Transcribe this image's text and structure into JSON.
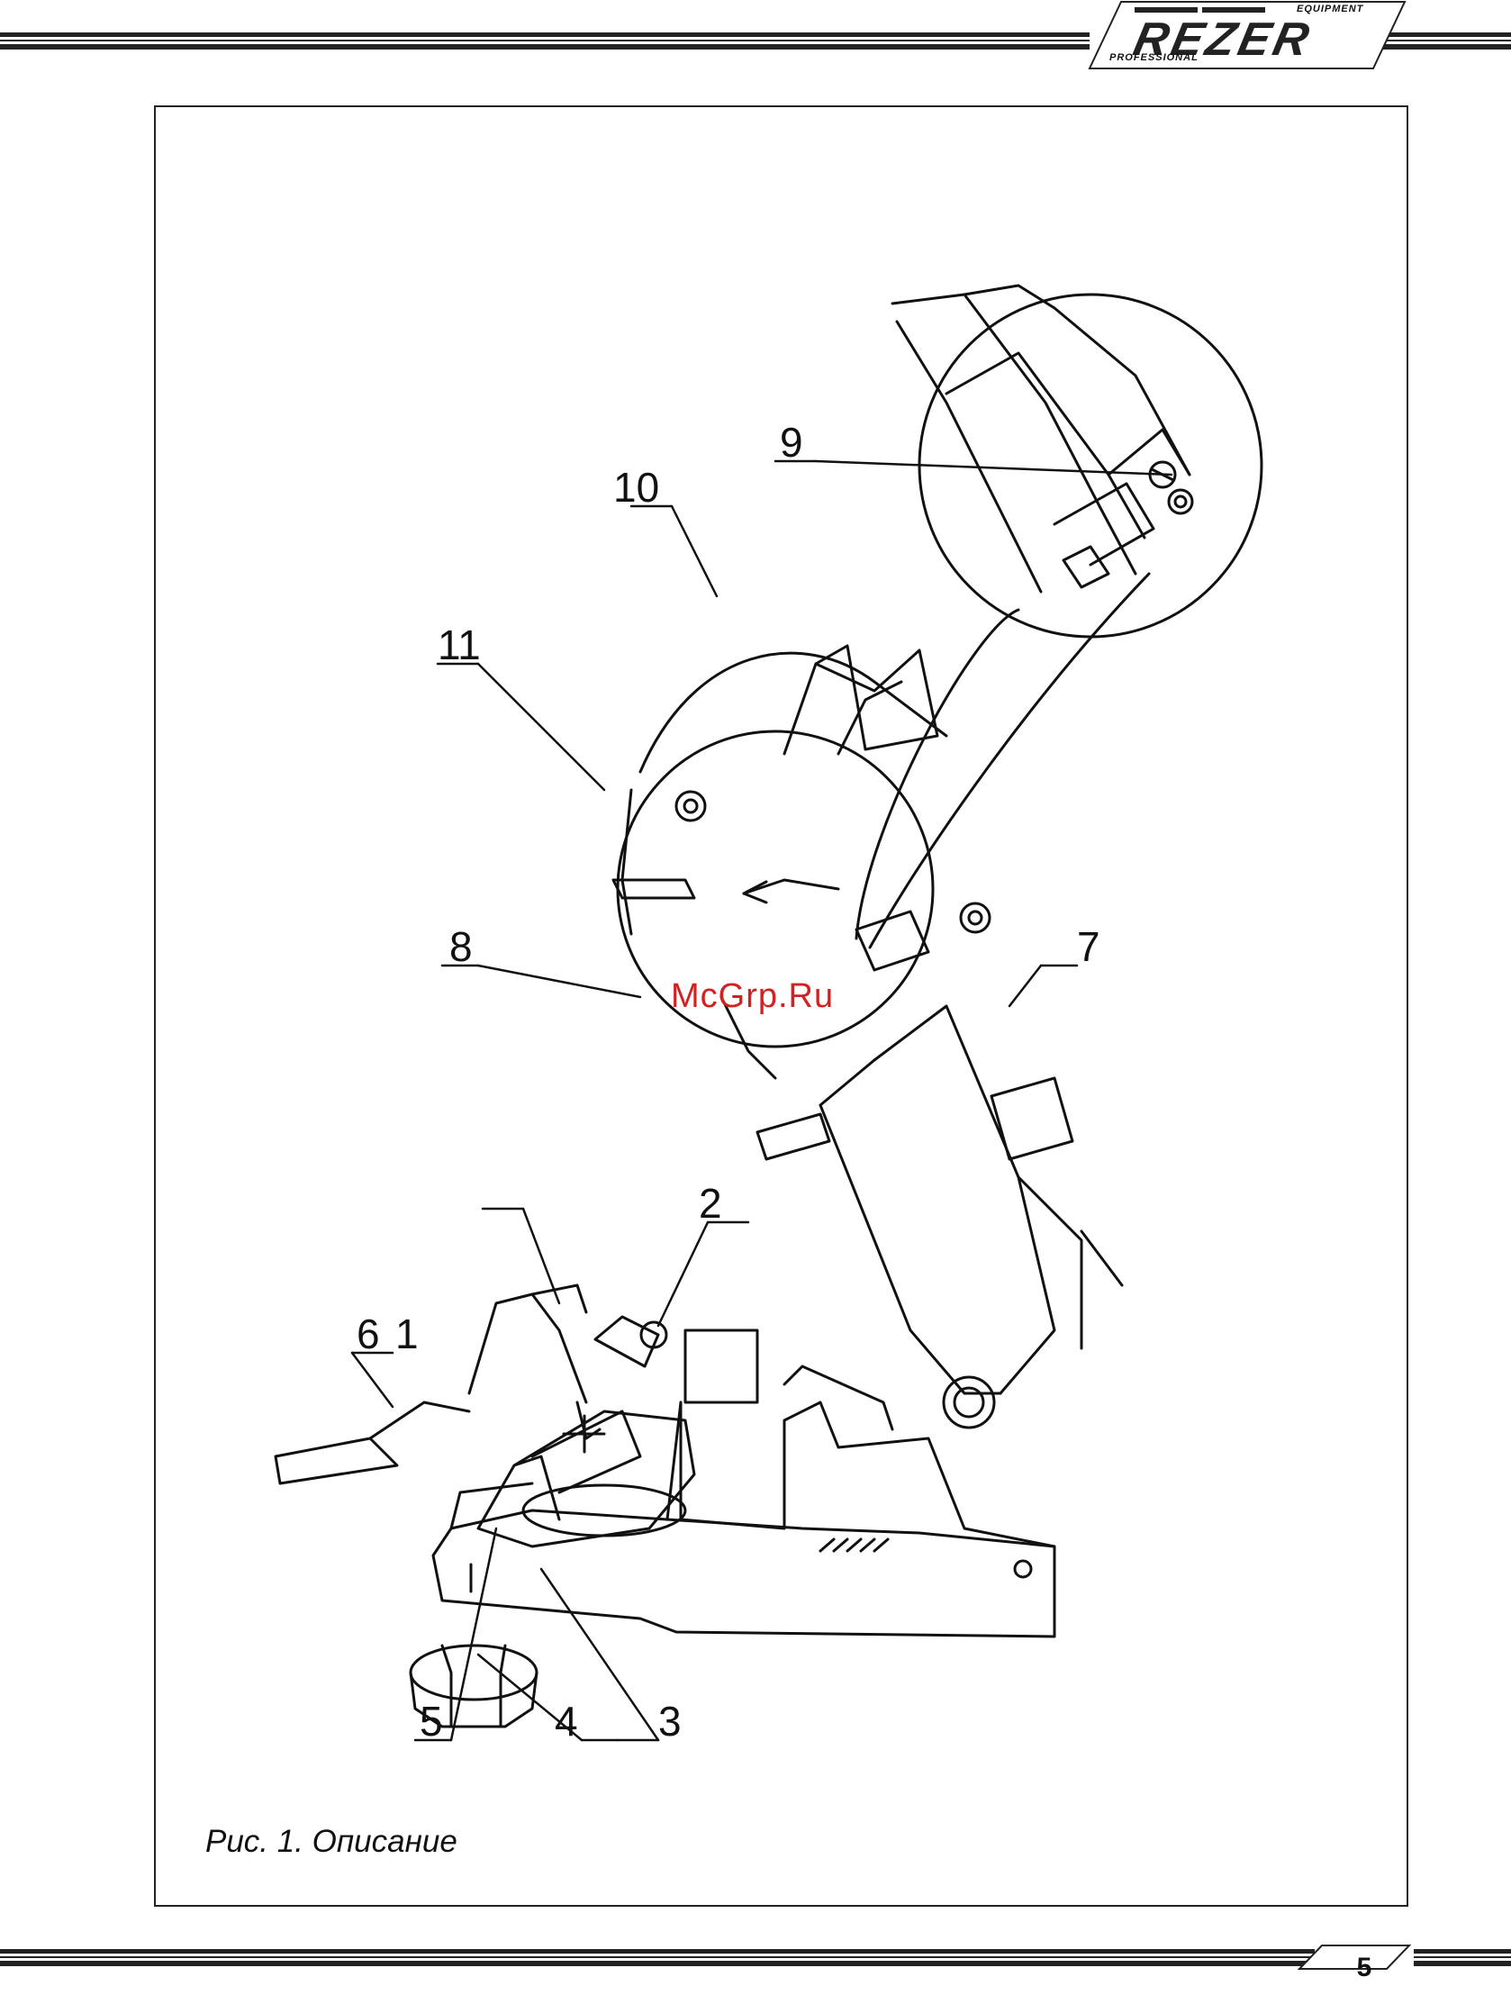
{
  "header": {
    "brand": "REZER",
    "brand_top": "EQUIPMENT",
    "brand_bottom": "PROFESSIONAL"
  },
  "figure": {
    "caption": "Рис. 1. Описание",
    "callouts": [
      "1",
      "2",
      "3",
      "4",
      "5",
      "6",
      "7",
      "8",
      "9",
      "10",
      "11"
    ],
    "watermark": "McGrp.Ru"
  },
  "footer": {
    "page_number": "5"
  }
}
